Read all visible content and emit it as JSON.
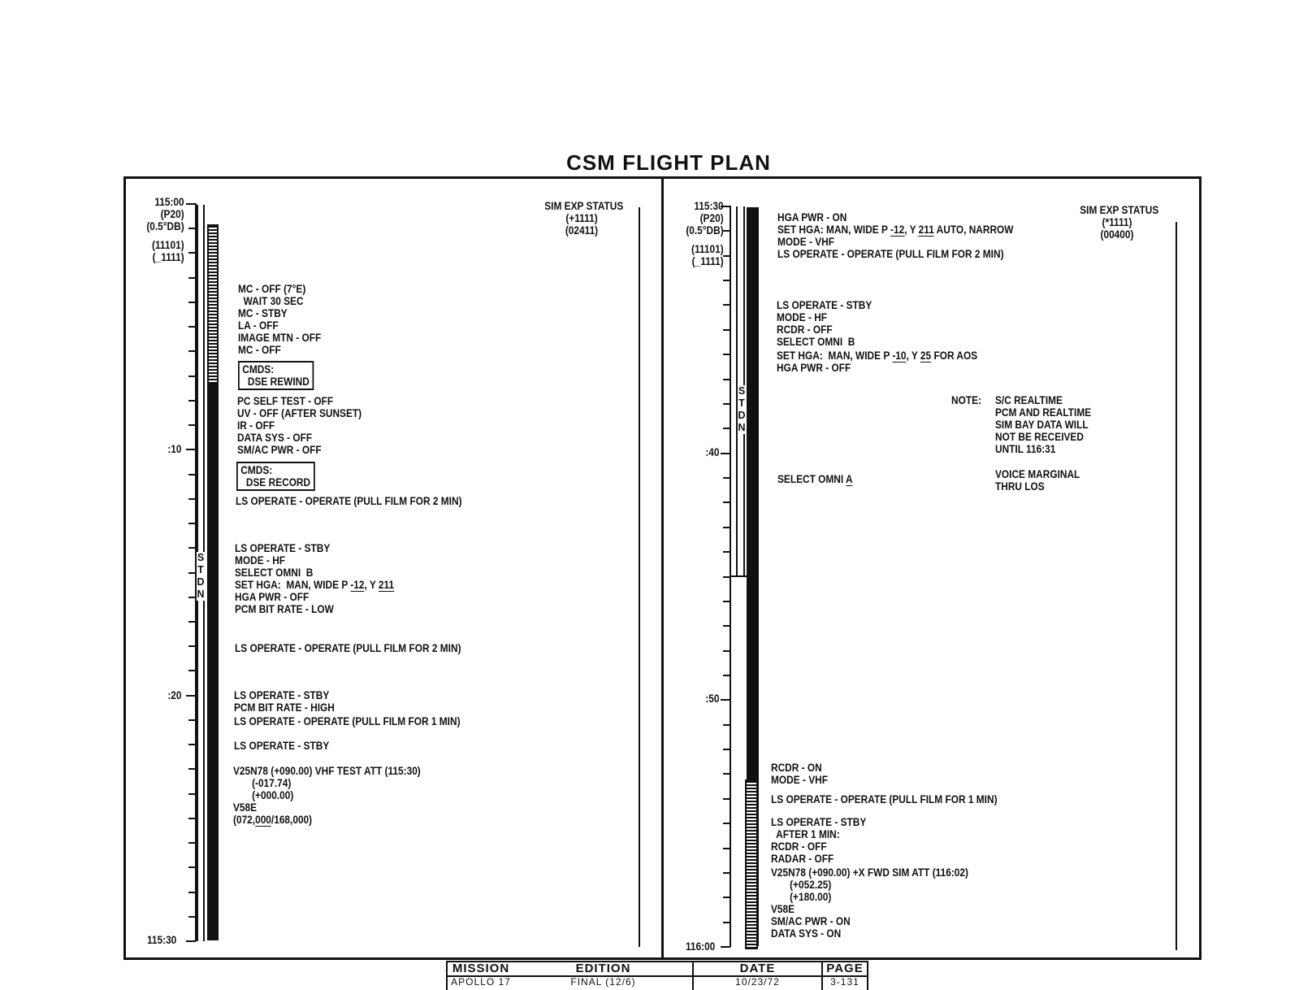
{
  "title": "CSM FLIGHT PLAN",
  "left": {
    "header": [
      "115:00",
      "(P20)",
      "(0.5°DB)",
      "(11101)",
      "(_1111)"
    ],
    "sim_exp": [
      "SIM EXP STATUS",
      "(+1111)",
      "(02411)"
    ],
    "time_labels": {
      "m10": ":10",
      "m20": ":20",
      "end": "115:30"
    },
    "stdn": [
      "S",
      "T",
      "D",
      "N"
    ],
    "b1": [
      "MC - OFF (7°E)",
      "  WAIT 30 SEC",
      "MC - STBY",
      "LA - OFF",
      "IMAGE MTN - OFF",
      "MC - OFF"
    ],
    "box1": [
      "CMDS:",
      "  DSE REWIND"
    ],
    "b2": [
      "PC SELF TEST - OFF",
      "UV - OFF (AFTER SUNSET)",
      "IR - OFF",
      "DATA SYS - OFF",
      "SM/AC PWR - OFF"
    ],
    "box2": [
      "CMDS:",
      "  DSE RECORD"
    ],
    "ls1": "LS OPERATE - OPERATE (PULL FILM FOR 2 MIN)",
    "b3": [
      "LS OPERATE - STBY",
      "MODE - HF",
      "SELECT OMNI  ",
      "B",
      "SET HGA:  MAN, WIDE P ",
      "-12",
      ", Y ",
      "211",
      "HGA PWR - OFF",
      "PCM BIT RATE - LOW"
    ],
    "ls2": "LS OPERATE - OPERATE (PULL FILM FOR 2 MIN)",
    "b4": [
      "LS OPERATE - STBY",
      "PCM BIT RATE - HIGH",
      "LS OPERATE - OPERATE (PULL FILM FOR 1 MIN)"
    ],
    "ls3": "LS OPERATE - STBY",
    "v25": [
      "V25N78 (+090.00) VHF TEST ATT (115:30)",
      "       (-017.74)",
      "       (+000.00)"
    ],
    "v58": [
      "V58E",
      "(072,",
      "000",
      "/168,000)"
    ]
  },
  "right": {
    "header": [
      "115:30",
      "(P20)",
      "(0.5°DB)",
      "(11101)",
      "(_1111)"
    ],
    "sim_exp": [
      "SIM EXP STATUS",
      "(*1111)",
      "(00400)"
    ],
    "time_labels": {
      "m40": ":40",
      "m50": ":50",
      "end": "116:00"
    },
    "stdn": [
      "S",
      "T",
      "D",
      "N"
    ],
    "b1": [
      "HGA PWR - ON",
      "SET HGA: MAN, WIDE P ",
      "-12",
      ", Y ",
      "211",
      " AUTO, NARROW",
      "MODE - VHF",
      "LS OPERATE - OPERATE (PULL FILM FOR 2 MIN)"
    ],
    "b2": [
      "LS OPERATE - STBY",
      "MODE - HF",
      "RCDR - OFF",
      "SELECT OMNI  ",
      "B",
      "SET HGA:  MAN, WIDE P ",
      "-10",
      ", Y ",
      "25",
      " FOR AOS",
      "HGA PWR - OFF"
    ],
    "note_label": "NOTE:",
    "note": [
      "S/C REALTIME",
      "PCM AND REALTIME",
      "SIM BAY DATA WILL",
      "NOT BE RECEIVED",
      "UNTIL 116:31"
    ],
    "voice": [
      "VOICE MARGINAL",
      "THRU LOS"
    ],
    "omni_a": [
      "SELECT OMNI ",
      "A"
    ],
    "b3": [
      "RCDR - ON",
      "MODE - VHF"
    ],
    "ls1": "LS OPERATE - OPERATE (PULL FILM FOR 1 MIN)",
    "b4": [
      "LS OPERATE - STBY",
      "  AFTER 1 MIN:",
      "RCDR - OFF",
      "RADAR - OFF",
      "V25N78 (+090.00) +X FWD SIM ATT (116:02)",
      "       (+052.25)",
      "       (+180.00)",
      "V58E",
      "SM/AC PWR - ON",
      "DATA SYS - ON"
    ]
  },
  "footer": {
    "mission_label": "MISSION",
    "mission": "APOLLO 17",
    "edition_label": "EDITION",
    "edition": "FINAL (12/6)",
    "date_label": "DATE",
    "date": "10/23/72",
    "page_label": "PAGE",
    "page": "3-131"
  }
}
